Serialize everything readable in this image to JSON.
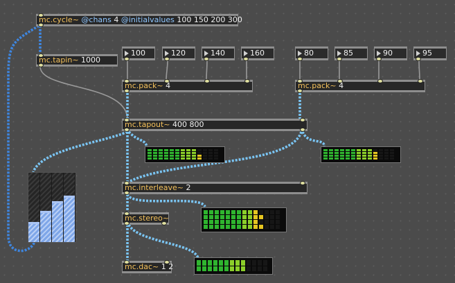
{
  "objects": {
    "cycle": {
      "cls": "mc.cycle~",
      "attr1": "@chans",
      "arg1": "4",
      "attr2": "@initialvalues",
      "arg2": "100 150 200 300"
    },
    "tapin": {
      "cls": "mc.tapin~",
      "args": "1000"
    },
    "pack_left": {
      "cls": "mc.pack~",
      "args": "4"
    },
    "pack_right": {
      "cls": "mc.pack~",
      "args": "4"
    },
    "tapout": {
      "cls": "mc.tapout~",
      "args": "400 800"
    },
    "interleave": {
      "cls": "mc.interleave~",
      "args": "2"
    },
    "stereo": {
      "cls": "mc.stereo~",
      "args": ""
    },
    "dac": {
      "cls": "mc.dac~",
      "args": "1 2"
    }
  },
  "number_boxes_left": [
    "100",
    "120",
    "140",
    "160"
  ],
  "number_boxes_right": [
    "80",
    "85",
    "90",
    "95"
  ],
  "multislider_values": [
    0.26,
    0.42,
    0.56,
    0.64
  ],
  "meters": {
    "tapout_left": [
      0.68,
      0.7,
      0.78,
      0.75
    ],
    "tapout_right": [
      0.72,
      0.74,
      0.8,
      0.78
    ],
    "interleave": [
      0.74,
      0.78,
      0.72,
      0.76
    ],
    "dac": [
      0.7,
      0.72
    ]
  },
  "colors": {
    "signal_cord": "#6fb6ee",
    "mc_cord": "#4fa8ff",
    "plain_cord": "#aaaaaa"
  }
}
